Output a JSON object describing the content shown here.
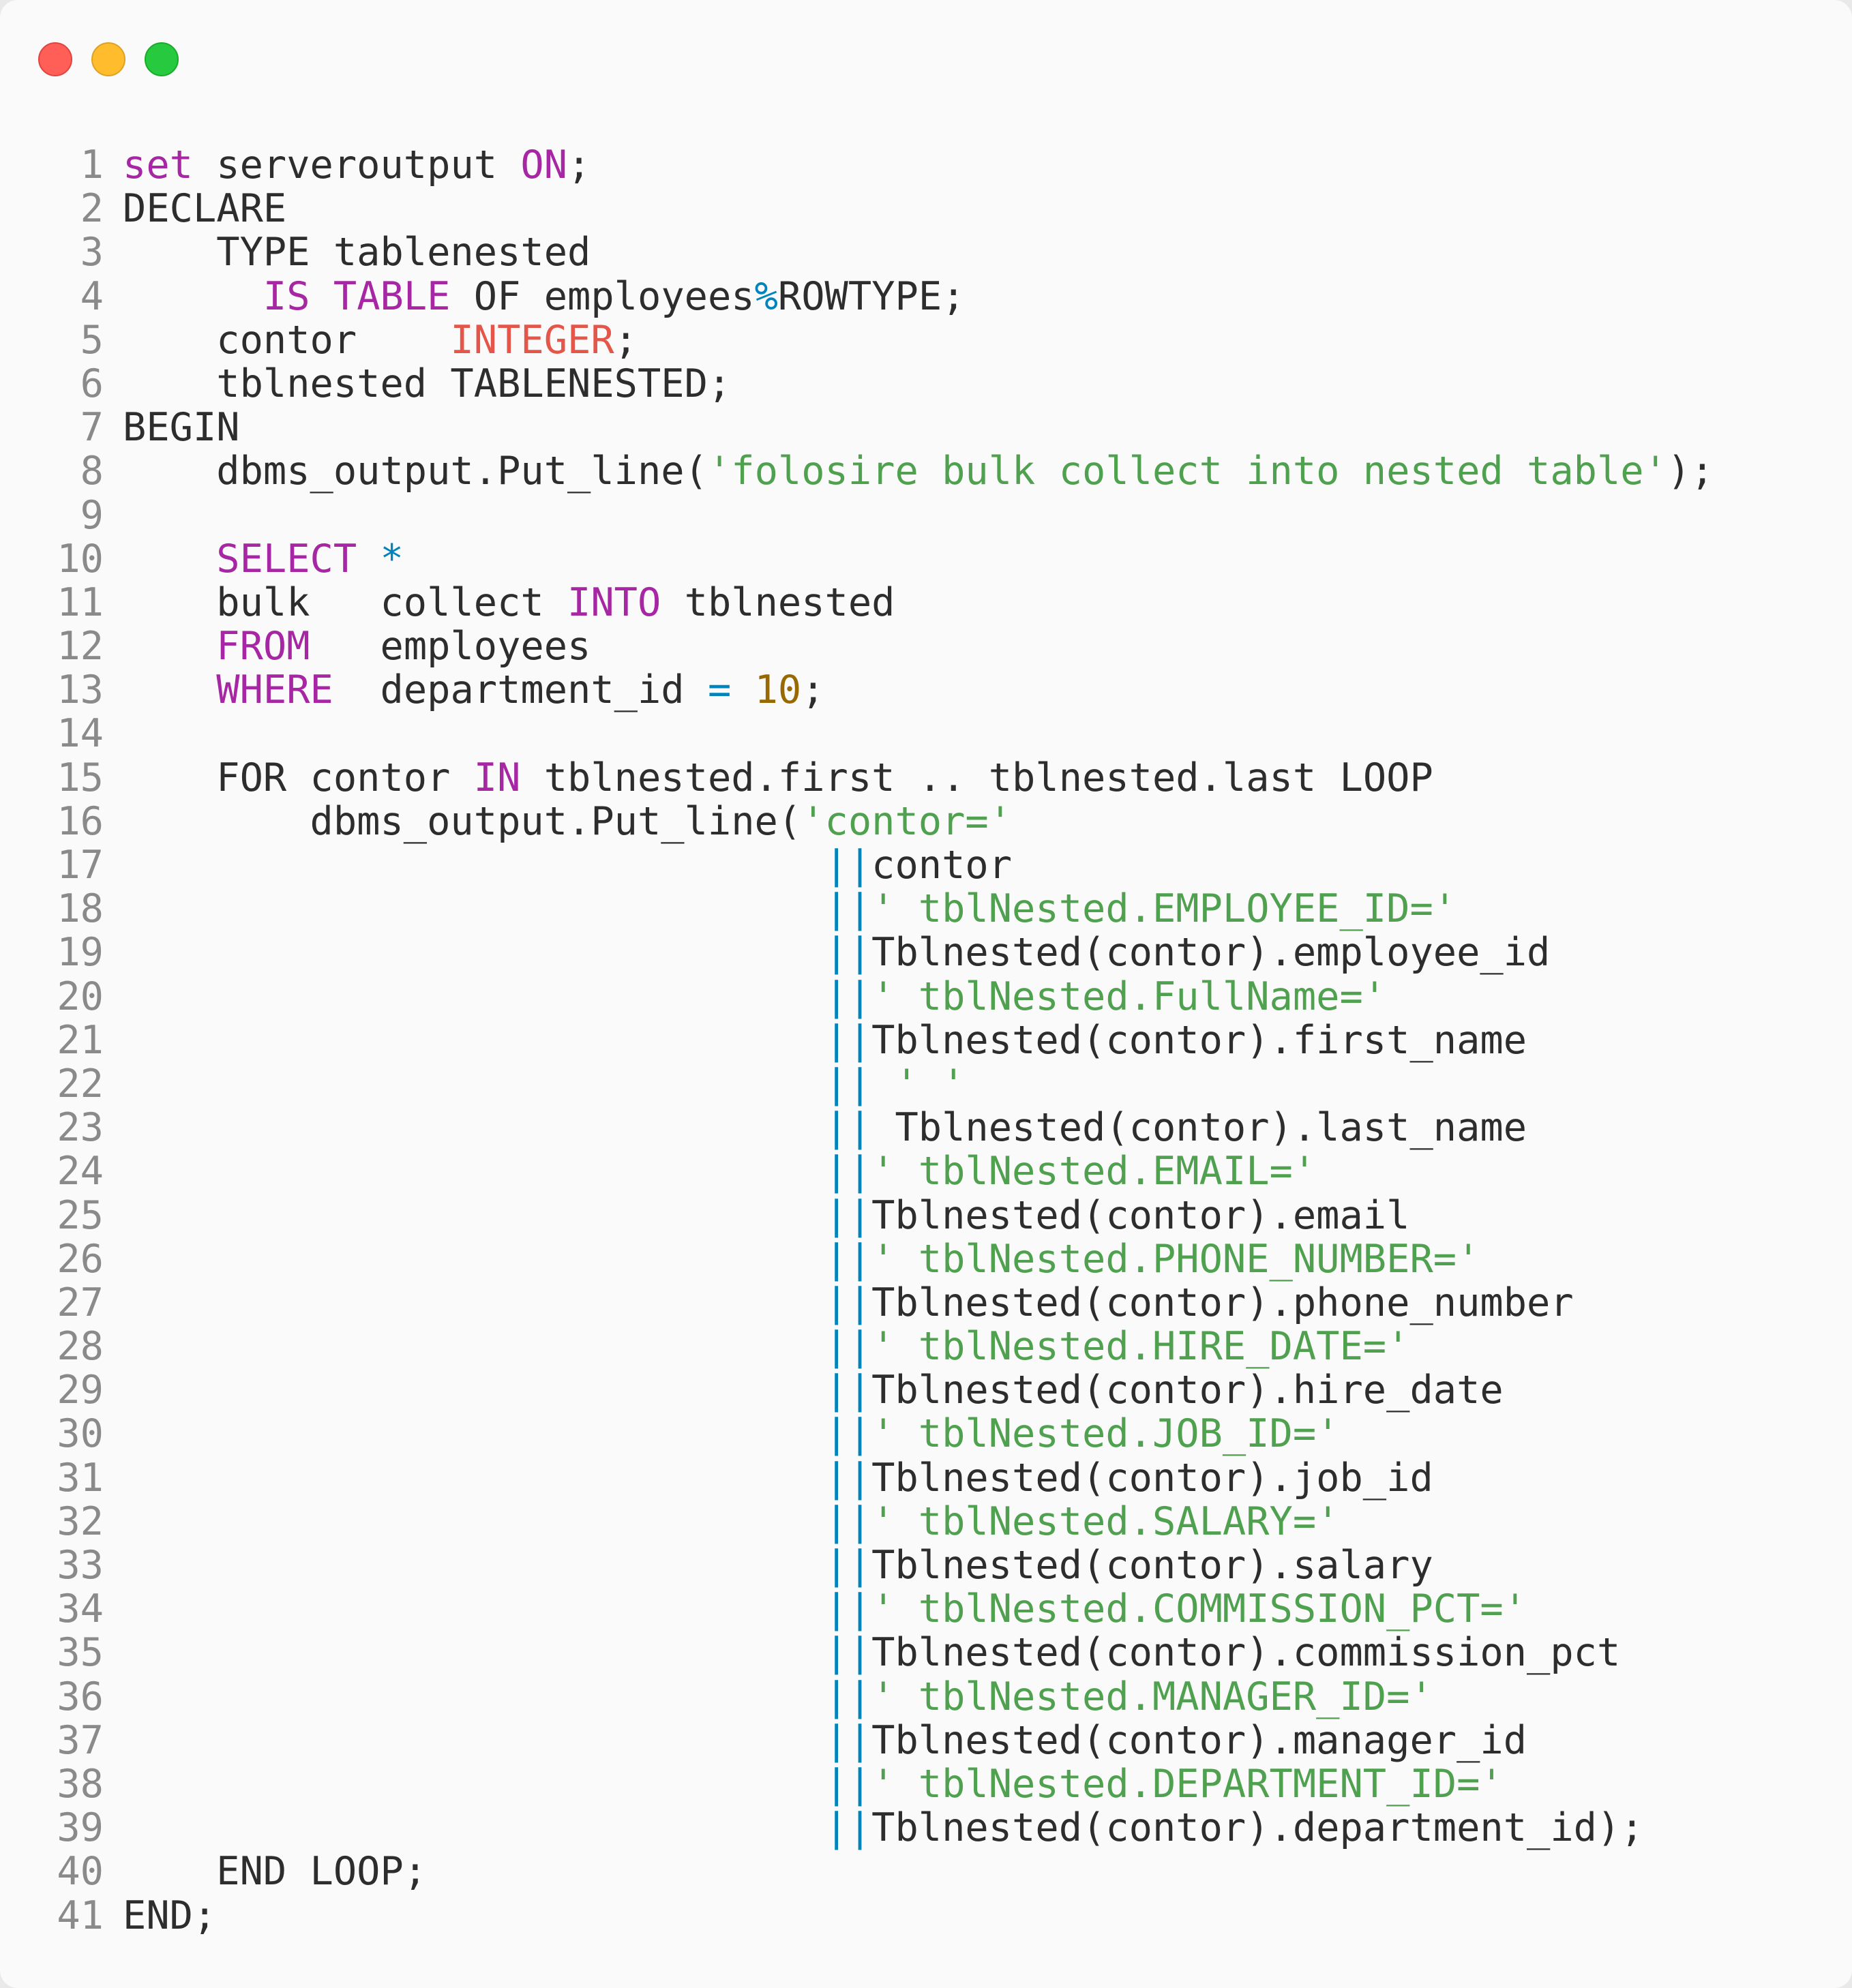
{
  "window": {
    "controls": [
      "close",
      "minimize",
      "maximize"
    ]
  },
  "code_lines": [
    {
      "n": "1",
      "tokens": [
        {
          "t": "kw",
          "v": "set"
        },
        {
          "t": "plain",
          "v": " serveroutput "
        },
        {
          "t": "kw",
          "v": "ON"
        },
        {
          "t": "plain",
          "v": ";"
        }
      ]
    },
    {
      "n": "2",
      "tokens": [
        {
          "t": "plain",
          "v": "DECLARE"
        }
      ]
    },
    {
      "n": "3",
      "tokens": [
        {
          "t": "plain",
          "v": "    TYPE tablenested"
        }
      ]
    },
    {
      "n": "4",
      "tokens": [
        {
          "t": "plain",
          "v": "      "
        },
        {
          "t": "kw",
          "v": "IS"
        },
        {
          "t": "plain",
          "v": " "
        },
        {
          "t": "kw",
          "v": "TABLE"
        },
        {
          "t": "plain",
          "v": " OF employees"
        },
        {
          "t": "op",
          "v": "%"
        },
        {
          "t": "plain",
          "v": "ROWTYPE;"
        }
      ]
    },
    {
      "n": "5",
      "tokens": [
        {
          "t": "plain",
          "v": "    contor    "
        },
        {
          "t": "type",
          "v": "INTEGER"
        },
        {
          "t": "plain",
          "v": ";"
        }
      ]
    },
    {
      "n": "6",
      "tokens": [
        {
          "t": "plain",
          "v": "    tblnested TABLENESTED;"
        }
      ]
    },
    {
      "n": "7",
      "tokens": [
        {
          "t": "plain",
          "v": "BEGIN"
        }
      ]
    },
    {
      "n": "8",
      "tokens": [
        {
          "t": "plain",
          "v": "    dbms_output.Put_line("
        },
        {
          "t": "str",
          "v": "'folosire bulk collect into nested table'"
        },
        {
          "t": "plain",
          "v": ");"
        }
      ]
    },
    {
      "n": "9",
      "tokens": []
    },
    {
      "n": "10",
      "tokens": [
        {
          "t": "plain",
          "v": "    "
        },
        {
          "t": "kw",
          "v": "SELECT"
        },
        {
          "t": "plain",
          "v": " "
        },
        {
          "t": "op",
          "v": "*"
        }
      ]
    },
    {
      "n": "11",
      "tokens": [
        {
          "t": "plain",
          "v": "    bulk   collect "
        },
        {
          "t": "kw",
          "v": "INTO"
        },
        {
          "t": "plain",
          "v": " tblnested"
        }
      ]
    },
    {
      "n": "12",
      "tokens": [
        {
          "t": "plain",
          "v": "    "
        },
        {
          "t": "kw",
          "v": "FROM"
        },
        {
          "t": "plain",
          "v": "   employees"
        }
      ]
    },
    {
      "n": "13",
      "tokens": [
        {
          "t": "plain",
          "v": "    "
        },
        {
          "t": "kw",
          "v": "WHERE"
        },
        {
          "t": "plain",
          "v": "  department_id "
        },
        {
          "t": "op",
          "v": "="
        },
        {
          "t": "plain",
          "v": " "
        },
        {
          "t": "num",
          "v": "10"
        },
        {
          "t": "plain",
          "v": ";"
        }
      ]
    },
    {
      "n": "14",
      "tokens": []
    },
    {
      "n": "15",
      "tokens": [
        {
          "t": "plain",
          "v": "    FOR contor "
        },
        {
          "t": "kw",
          "v": "IN"
        },
        {
          "t": "plain",
          "v": " tblnested.first .. tblnested.last LOOP"
        }
      ]
    },
    {
      "n": "16",
      "tokens": [
        {
          "t": "plain",
          "v": "        dbms_output.Put_line("
        },
        {
          "t": "str",
          "v": "'contor='"
        }
      ]
    },
    {
      "n": "17",
      "tokens": [
        {
          "t": "plain",
          "v": "                              "
        },
        {
          "t": "op",
          "v": "||"
        },
        {
          "t": "plain",
          "v": "contor"
        }
      ]
    },
    {
      "n": "18",
      "tokens": [
        {
          "t": "plain",
          "v": "                              "
        },
        {
          "t": "op",
          "v": "||"
        },
        {
          "t": "str",
          "v": "' tblNested.EMPLOYEE_ID='"
        }
      ]
    },
    {
      "n": "19",
      "tokens": [
        {
          "t": "plain",
          "v": "                              "
        },
        {
          "t": "op",
          "v": "||"
        },
        {
          "t": "plain",
          "v": "Tblnested(contor).employee_id"
        }
      ]
    },
    {
      "n": "20",
      "tokens": [
        {
          "t": "plain",
          "v": "                              "
        },
        {
          "t": "op",
          "v": "||"
        },
        {
          "t": "str",
          "v": "' tblNested.FullName='"
        }
      ]
    },
    {
      "n": "21",
      "tokens": [
        {
          "t": "plain",
          "v": "                              "
        },
        {
          "t": "op",
          "v": "||"
        },
        {
          "t": "plain",
          "v": "Tblnested(contor).first_name"
        }
      ]
    },
    {
      "n": "22",
      "tokens": [
        {
          "t": "plain",
          "v": "                              "
        },
        {
          "t": "op",
          "v": "||"
        },
        {
          "t": "plain",
          "v": " "
        },
        {
          "t": "str",
          "v": "' '"
        }
      ]
    },
    {
      "n": "23",
      "tokens": [
        {
          "t": "plain",
          "v": "                              "
        },
        {
          "t": "op",
          "v": "||"
        },
        {
          "t": "plain",
          "v": " Tblnested(contor).last_name"
        }
      ]
    },
    {
      "n": "24",
      "tokens": [
        {
          "t": "plain",
          "v": "                              "
        },
        {
          "t": "op",
          "v": "||"
        },
        {
          "t": "str",
          "v": "' tblNested.EMAIL='"
        }
      ]
    },
    {
      "n": "25",
      "tokens": [
        {
          "t": "plain",
          "v": "                              "
        },
        {
          "t": "op",
          "v": "||"
        },
        {
          "t": "plain",
          "v": "Tblnested(contor).email"
        }
      ]
    },
    {
      "n": "26",
      "tokens": [
        {
          "t": "plain",
          "v": "                              "
        },
        {
          "t": "op",
          "v": "||"
        },
        {
          "t": "str",
          "v": "' tblNested.PHONE_NUMBER='"
        }
      ]
    },
    {
      "n": "27",
      "tokens": [
        {
          "t": "plain",
          "v": "                              "
        },
        {
          "t": "op",
          "v": "||"
        },
        {
          "t": "plain",
          "v": "Tblnested(contor).phone_number"
        }
      ]
    },
    {
      "n": "28",
      "tokens": [
        {
          "t": "plain",
          "v": "                              "
        },
        {
          "t": "op",
          "v": "||"
        },
        {
          "t": "str",
          "v": "' tblNested.HIRE_DATE='"
        }
      ]
    },
    {
      "n": "29",
      "tokens": [
        {
          "t": "plain",
          "v": "                              "
        },
        {
          "t": "op",
          "v": "||"
        },
        {
          "t": "plain",
          "v": "Tblnested(contor).hire_date"
        }
      ]
    },
    {
      "n": "30",
      "tokens": [
        {
          "t": "plain",
          "v": "                              "
        },
        {
          "t": "op",
          "v": "||"
        },
        {
          "t": "str",
          "v": "' tblNested.JOB_ID='"
        }
      ]
    },
    {
      "n": "31",
      "tokens": [
        {
          "t": "plain",
          "v": "                              "
        },
        {
          "t": "op",
          "v": "||"
        },
        {
          "t": "plain",
          "v": "Tblnested(contor).job_id"
        }
      ]
    },
    {
      "n": "32",
      "tokens": [
        {
          "t": "plain",
          "v": "                              "
        },
        {
          "t": "op",
          "v": "||"
        },
        {
          "t": "str",
          "v": "' tblNested.SALARY='"
        }
      ]
    },
    {
      "n": "33",
      "tokens": [
        {
          "t": "plain",
          "v": "                              "
        },
        {
          "t": "op",
          "v": "||"
        },
        {
          "t": "plain",
          "v": "Tblnested(contor).salary"
        }
      ]
    },
    {
      "n": "34",
      "tokens": [
        {
          "t": "plain",
          "v": "                              "
        },
        {
          "t": "op",
          "v": "||"
        },
        {
          "t": "str",
          "v": "' tblNested.COMMISSION_PCT='"
        }
      ]
    },
    {
      "n": "35",
      "tokens": [
        {
          "t": "plain",
          "v": "                              "
        },
        {
          "t": "op",
          "v": "||"
        },
        {
          "t": "plain",
          "v": "Tblnested(contor).commission_pct"
        }
      ]
    },
    {
      "n": "36",
      "tokens": [
        {
          "t": "plain",
          "v": "                              "
        },
        {
          "t": "op",
          "v": "||"
        },
        {
          "t": "str",
          "v": "' tblNested.MANAGER_ID='"
        }
      ]
    },
    {
      "n": "37",
      "tokens": [
        {
          "t": "plain",
          "v": "                              "
        },
        {
          "t": "op",
          "v": "||"
        },
        {
          "t": "plain",
          "v": "Tblnested(contor).manager_id"
        }
      ]
    },
    {
      "n": "38",
      "tokens": [
        {
          "t": "plain",
          "v": "                              "
        },
        {
          "t": "op",
          "v": "||"
        },
        {
          "t": "str",
          "v": "' tblNested.DEPARTMENT_ID='"
        }
      ]
    },
    {
      "n": "39",
      "tokens": [
        {
          "t": "plain",
          "v": "                              "
        },
        {
          "t": "op",
          "v": "||"
        },
        {
          "t": "plain",
          "v": "Tblnested(contor).department_id);"
        }
      ]
    },
    {
      "n": "40",
      "tokens": [
        {
          "t": "plain",
          "v": "    END LOOP;"
        }
      ]
    },
    {
      "n": "41",
      "tokens": [
        {
          "t": "plain",
          "v": "END;"
        }
      ]
    }
  ],
  "colors": {
    "keyword": "#a626a4",
    "string": "#50a14f",
    "number": "#986801",
    "type": "#e45649",
    "operator": "#0184bc"
  }
}
